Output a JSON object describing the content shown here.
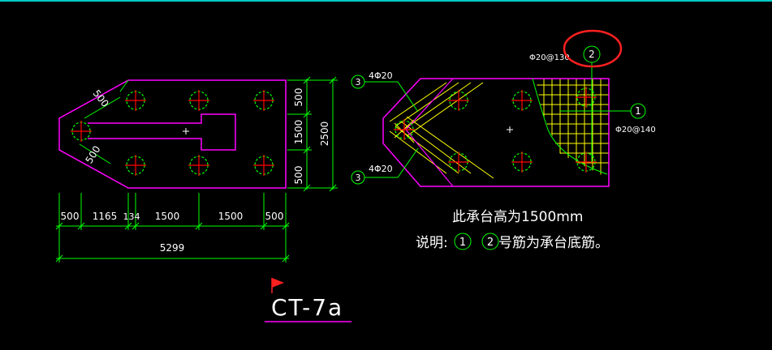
{
  "drawing": {
    "title": "CT-7a",
    "colors": {
      "background": "#000000",
      "outline": "#ff00ff",
      "dimension": "#00ff00",
      "rebar": "#ffff00",
      "pile_cross": "#ff0000",
      "pile_circle": "#00ff00",
      "text": "#ffffff",
      "highlight": "#ff0000"
    },
    "left_view": {
      "diag_dims": [
        "500",
        "500"
      ],
      "vertical_dims": [
        "500",
        "1500",
        "500"
      ],
      "vertical_total": "2500",
      "horizontal_dims": [
        "500",
        "1165",
        "134",
        "1500",
        "1500",
        "500"
      ],
      "horizontal_total": "5299"
    },
    "right_view": {
      "callout_top": {
        "bubble": "3",
        "label": "4Φ20"
      },
      "callout_bottom": {
        "bubble": "3",
        "label": "4Φ20"
      },
      "callout_rebar2": {
        "bubble": "2",
        "label": "Φ20@130"
      },
      "callout_rebar1": {
        "bubble": "1",
        "label": "Φ20@140"
      }
    },
    "notes": {
      "height_note": "此承台高为1500mm",
      "desc_label": "说明:",
      "bubble1": "1",
      "bubble2": "2",
      "desc_tail": "号筋为承台底筋。"
    },
    "icons": [
      "flag-icon",
      "center-cross-icon"
    ]
  }
}
